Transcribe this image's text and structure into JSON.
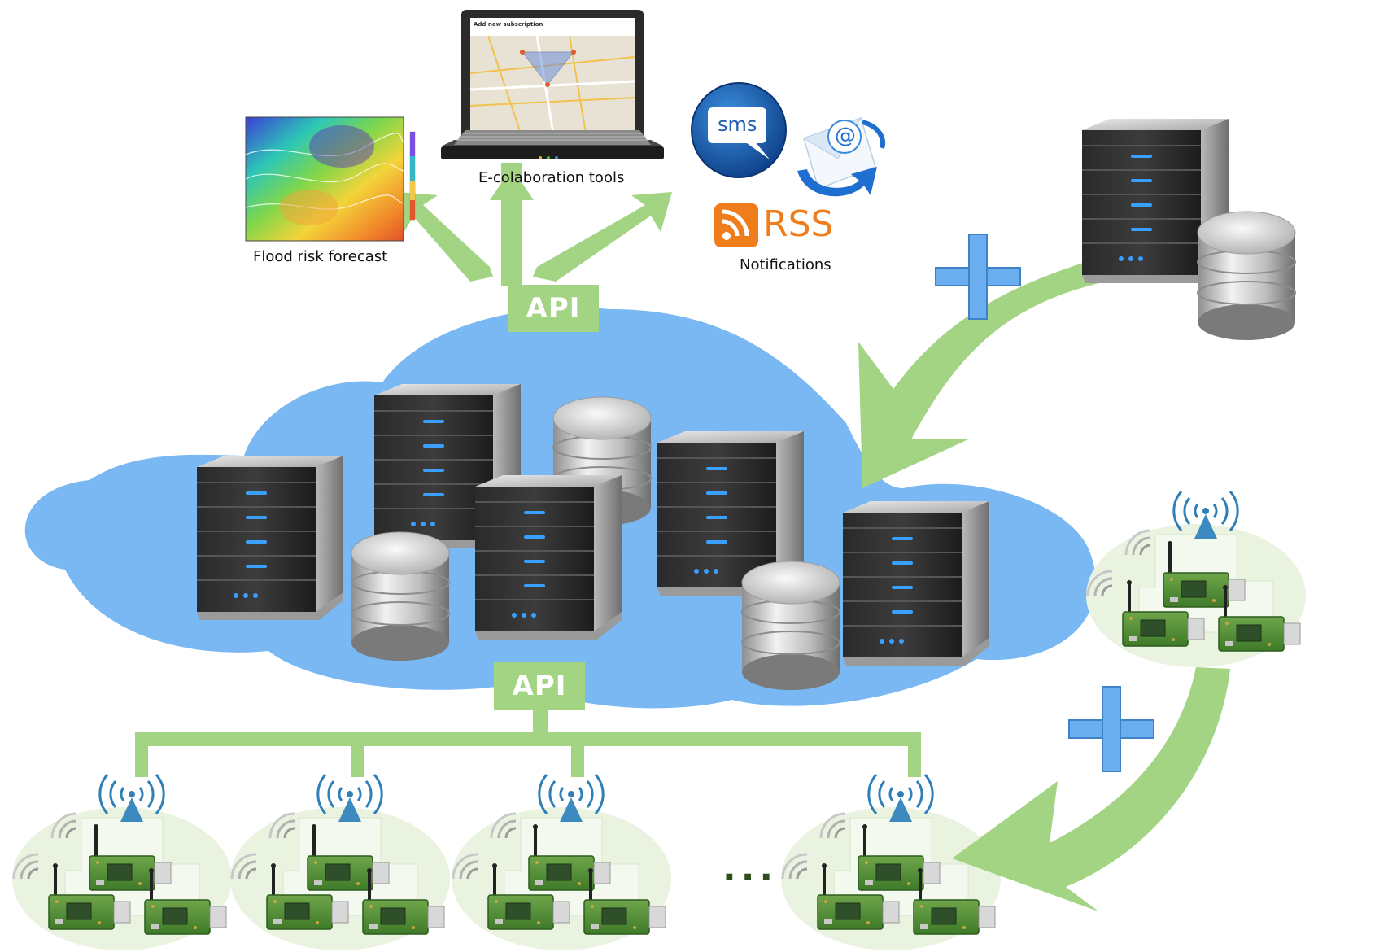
{
  "captions": {
    "flood": "Flood risk forecast",
    "ecollab": "E-colaboration tools",
    "notifications": "Notifications"
  },
  "api_top": "API",
  "api_bottom": "API",
  "laptop_screen_title": "Add new subscription",
  "sms_label": "sms",
  "email_symbol": "@",
  "rss_label": "RSS",
  "ellipsis": "...",
  "colors": {
    "connector_green": "#a3d484",
    "cloud_blue": "#79b8f3",
    "plus_blue": "#6aaef0",
    "node_area": "#e9f3e0",
    "rss_orange": "#f07d1b",
    "sms_blue": "#1d5fae",
    "antenna_blue": "#2f7fb8"
  },
  "icons": [
    "flood-map-icon",
    "laptop-icon",
    "sms-icon",
    "email-icon",
    "rss-icon",
    "server-icon",
    "database-icon",
    "antenna-icon",
    "sensor-board-icon",
    "plus-icon"
  ]
}
